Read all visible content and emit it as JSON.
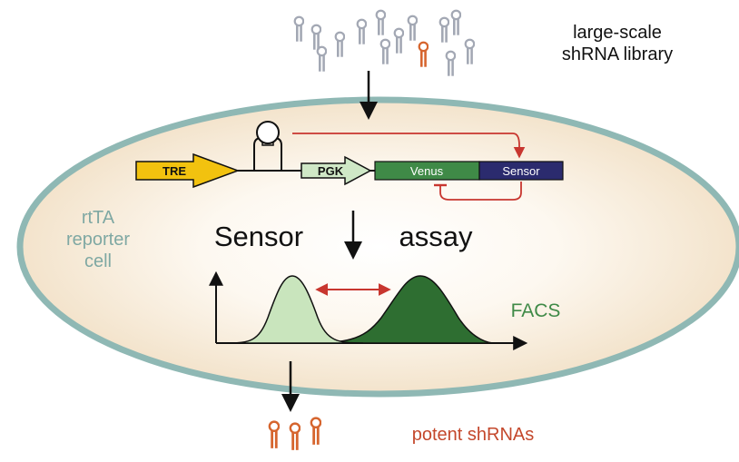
{
  "labels": {
    "library_line1": "large-scale",
    "library_line2": "shRNA library",
    "cell_line1": "rtTA",
    "cell_line2": "reporter",
    "cell_line3": "cell",
    "assay_word1": "Sensor",
    "assay_word2": "assay",
    "facs": "FACS",
    "potent": "potent shRNAs"
  },
  "construct": {
    "tre": "TRE",
    "pgk": "PGK",
    "venus": "Venus",
    "sensor": "Sensor"
  },
  "colors": {
    "cell_fill": "#f3e3cb",
    "cell_border": "#8fb8b4",
    "cell_text": "#7fa8a3",
    "tre": "#f2c20f",
    "pgk": "#cfe8c6",
    "venus": "#3f8a47",
    "sensor": "#2b2b6e",
    "red": "#c8362f",
    "facs_text": "#3f8a47",
    "peak_light": "#c9e5bd",
    "peak_dark": "#2e6e31",
    "hairpin_grey": "#a3a8b4",
    "hairpin_orange": "#d6652e",
    "potent_text": "#c4482c"
  },
  "icons": {
    "library_hairpin": "shrna-hairpin-icon-grey",
    "selected_hairpin": "shrna-hairpin-icon-orange",
    "potent_hairpin": "shrna-hairpin-icon-orange"
  }
}
